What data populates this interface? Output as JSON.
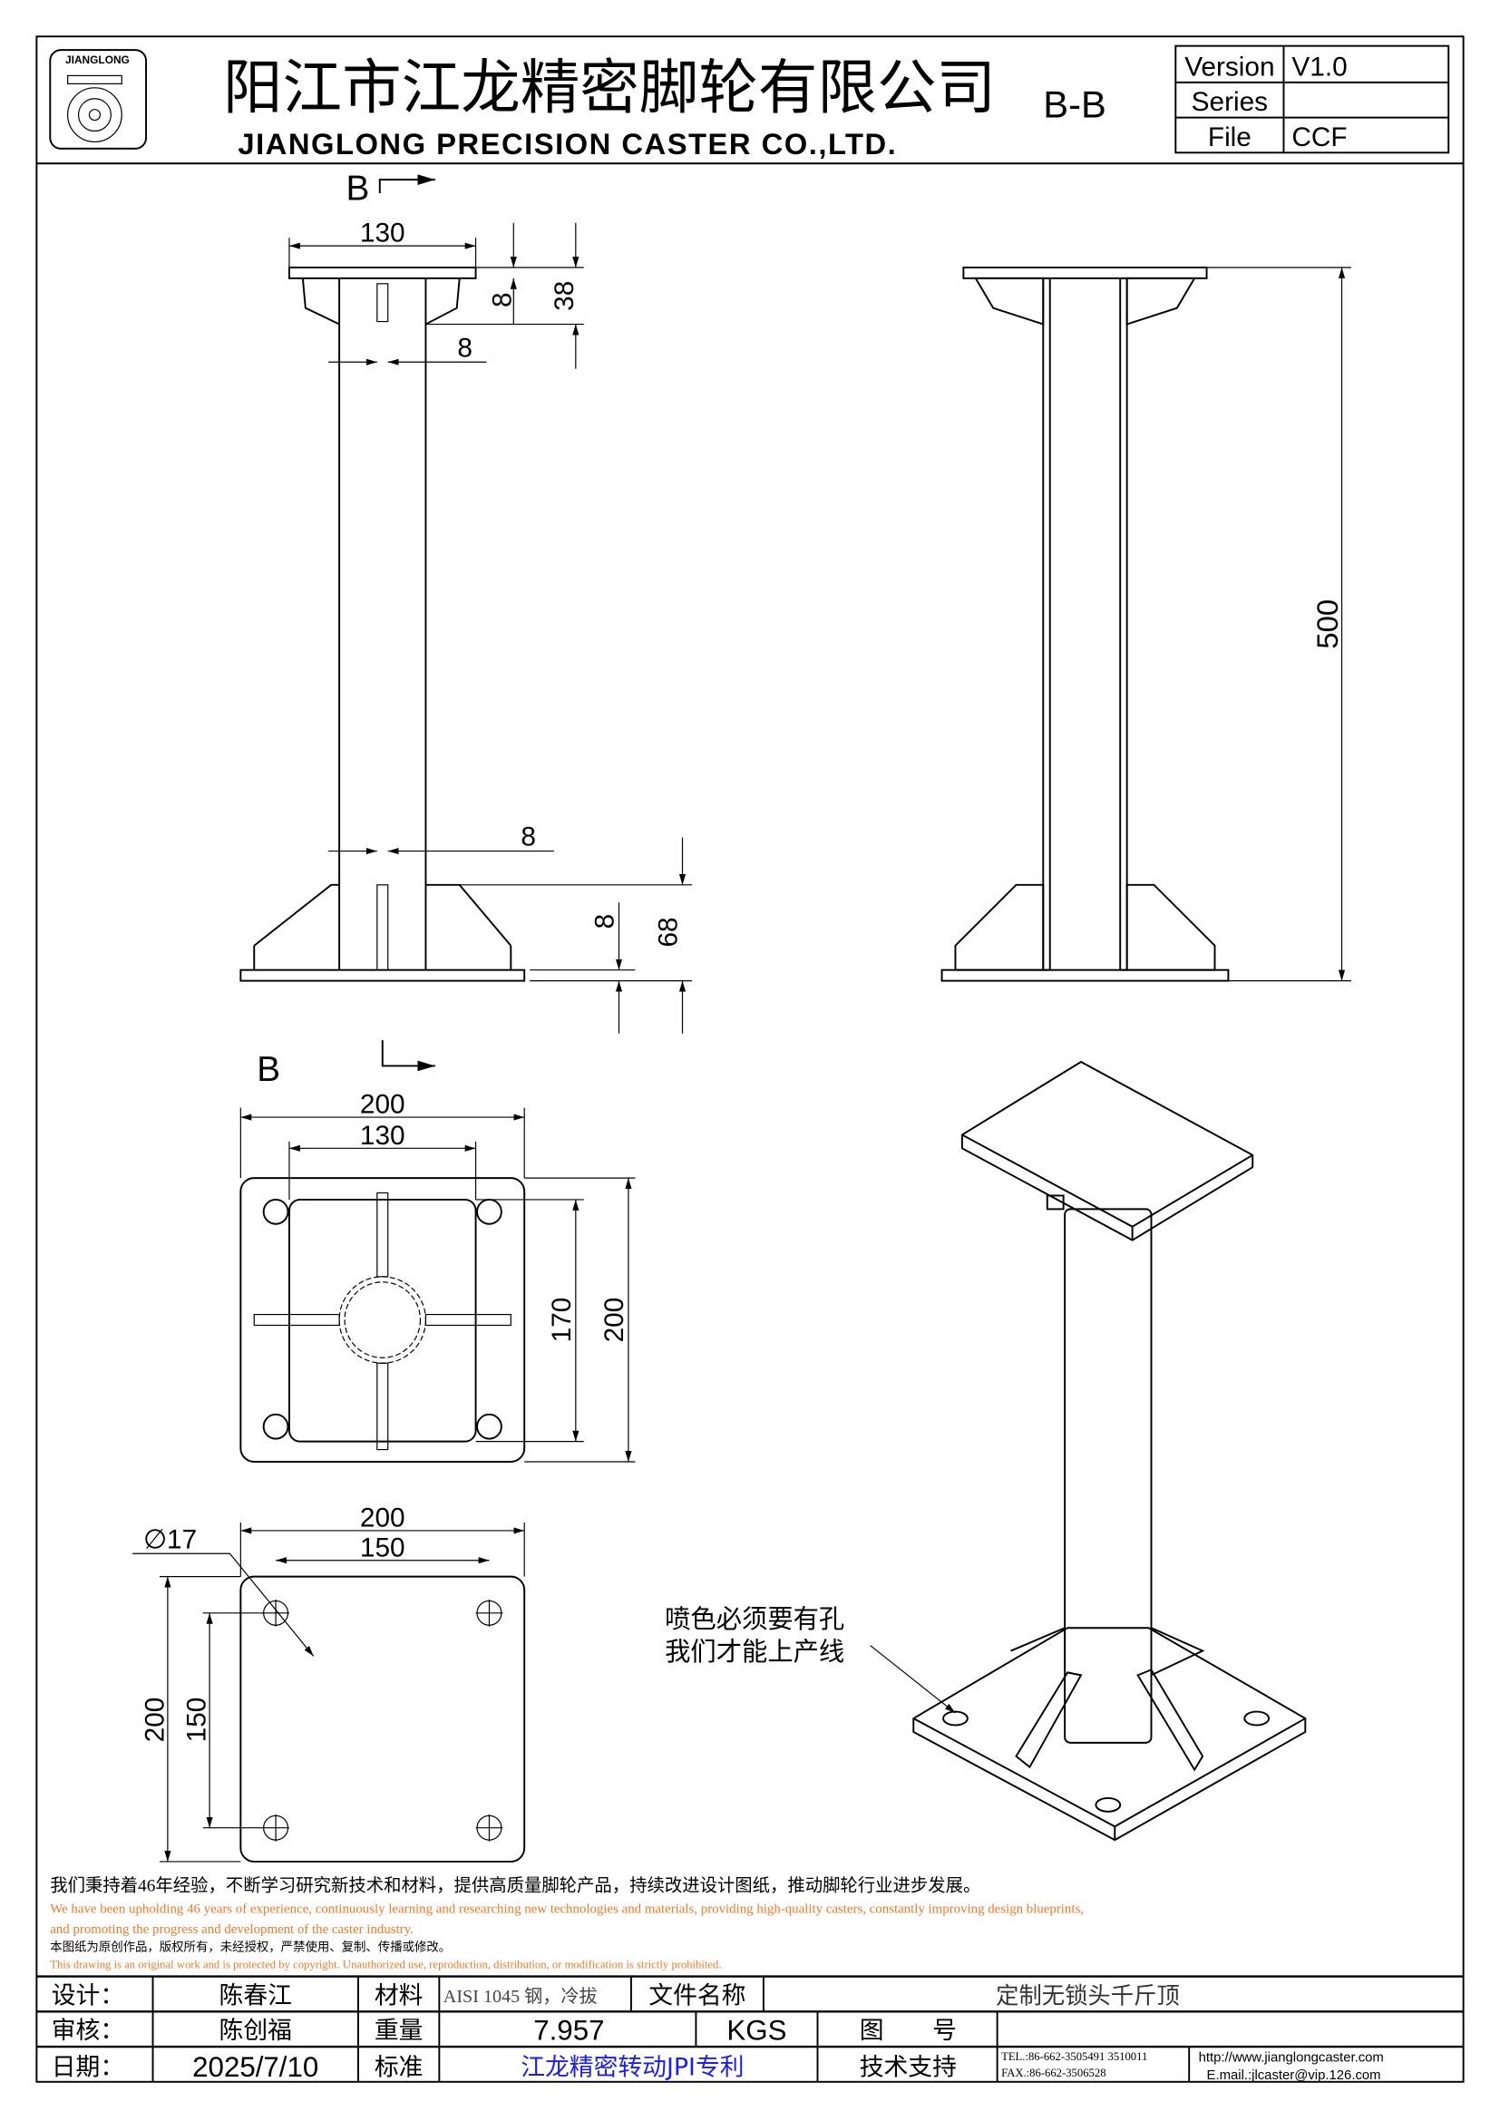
{
  "header": {
    "company_cn": "阳江市江龙精密脚轮有限公司",
    "company_en": "JIANGLONG PRECISION CASTER CO.,LTD.",
    "section_label": "B-B",
    "logo_text": "JIANGLONG",
    "info": [
      {
        "label": "Version",
        "value": "V1.0"
      },
      {
        "label": "Series",
        "value": ""
      },
      {
        "label": "File",
        "value": "CCF"
      }
    ]
  },
  "drawing": {
    "section_mark": "B",
    "front": {
      "top_width": "130",
      "plate_t": "8",
      "top_h": "38",
      "tube_wall": "8",
      "bottom_wall": "8",
      "base_t": "8",
      "base_h": "68"
    },
    "section": {
      "height": "500"
    },
    "top_view": {
      "outer": "200",
      "inner": "130",
      "inner_h": "170",
      "outer_h": "200"
    },
    "base_view": {
      "width": "200",
      "hole_spacing": "150",
      "hole_dia": "∅17",
      "height": "200",
      "hole_spacing_v": "150"
    },
    "note_line1": "喷色必须要有孔",
    "note_line2": "我们才能上产线"
  },
  "statements": {
    "cn1": "我们秉持着46年经验，不断学习研究新技术和材料，提供高质量脚轮产品，持续改进设计图纸，推动脚轮行业进步发展。",
    "en1a": "We have been upholding 46 years of experience, continuously learning and researching new technologies and materials, providing high-quality casters, constantly improving design blueprints,",
    "en1b": "and promoting the progress and development of the caster industry.",
    "cn2": "本图纸为原创作品，版权所有，未经授权，严禁使用、复制、传播或修改。",
    "en2": "This drawing is an original work and is protected by copyright. Unauthorized use, reproduction, distribution, or modification is strictly prohibited.",
    "orange": "#f07a2a",
    "blue": "#1a1aff"
  },
  "title_block": {
    "design_label": "设计：",
    "designer": "陈春江",
    "material_label": "材料",
    "material": "AISI 1045 钢，冷拔",
    "filename_label": "文件名称",
    "filename": "定制无锁头千斤顶",
    "review_label": "审核：",
    "reviewer": "陈创福",
    "weight_label": "重量",
    "weight": "7.957",
    "weight_unit": "KGS",
    "drawing_no_label": "图　　号",
    "drawing_no": "",
    "date_label": "日期：",
    "date": "2025/7/10",
    "standard_label": "标准",
    "standard": "江龙精密转动JPI专利",
    "support_label": "技术支持",
    "tel": "TEL.:86-662-3505491 3510011",
    "fax": "FAX.:86-662-3506528",
    "website": "http://www.jianglongcaster.com",
    "email": "E.mail.:jlcaster@vip.126.com"
  }
}
